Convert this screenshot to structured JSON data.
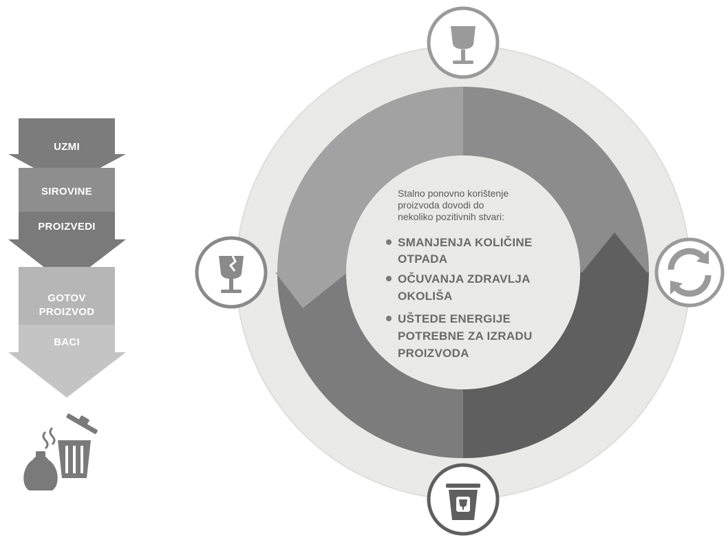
{
  "flow": {
    "steps": [
      "UZMI",
      "SIROVINE",
      "PROIZVEDI",
      "GOTOV",
      "PROIZVOD",
      "BACI"
    ]
  },
  "cycle": {
    "intro": [
      "Stalno ponovno korištenje",
      "proizvoda dovodi do",
      "nekoliko pozitivnih stvari:"
    ],
    "bullets": [
      [
        "SMANJENJA KOLIČINE",
        "OTPADA"
      ],
      [
        "OČUVANJA ZDRAVLJA",
        "OKOLIŠA"
      ],
      [
        "UŠTEDE ENERGIJE",
        "POTREBNE ZA IZRADU",
        "PROIZVODA"
      ]
    ]
  },
  "icons": {
    "top": "wine-glass-icon",
    "right": "recycle-icon",
    "bottom": "recycle-bin-icon",
    "left": "broken-glass-icon",
    "waste": "trash-bin-icon"
  },
  "colors": {
    "ring_dark": "#5f5f5f",
    "ring_mid": "#8a8a8a",
    "ring_light": "#a2a2a2",
    "disc": "#ececea",
    "icon": "#9a9a9a"
  }
}
